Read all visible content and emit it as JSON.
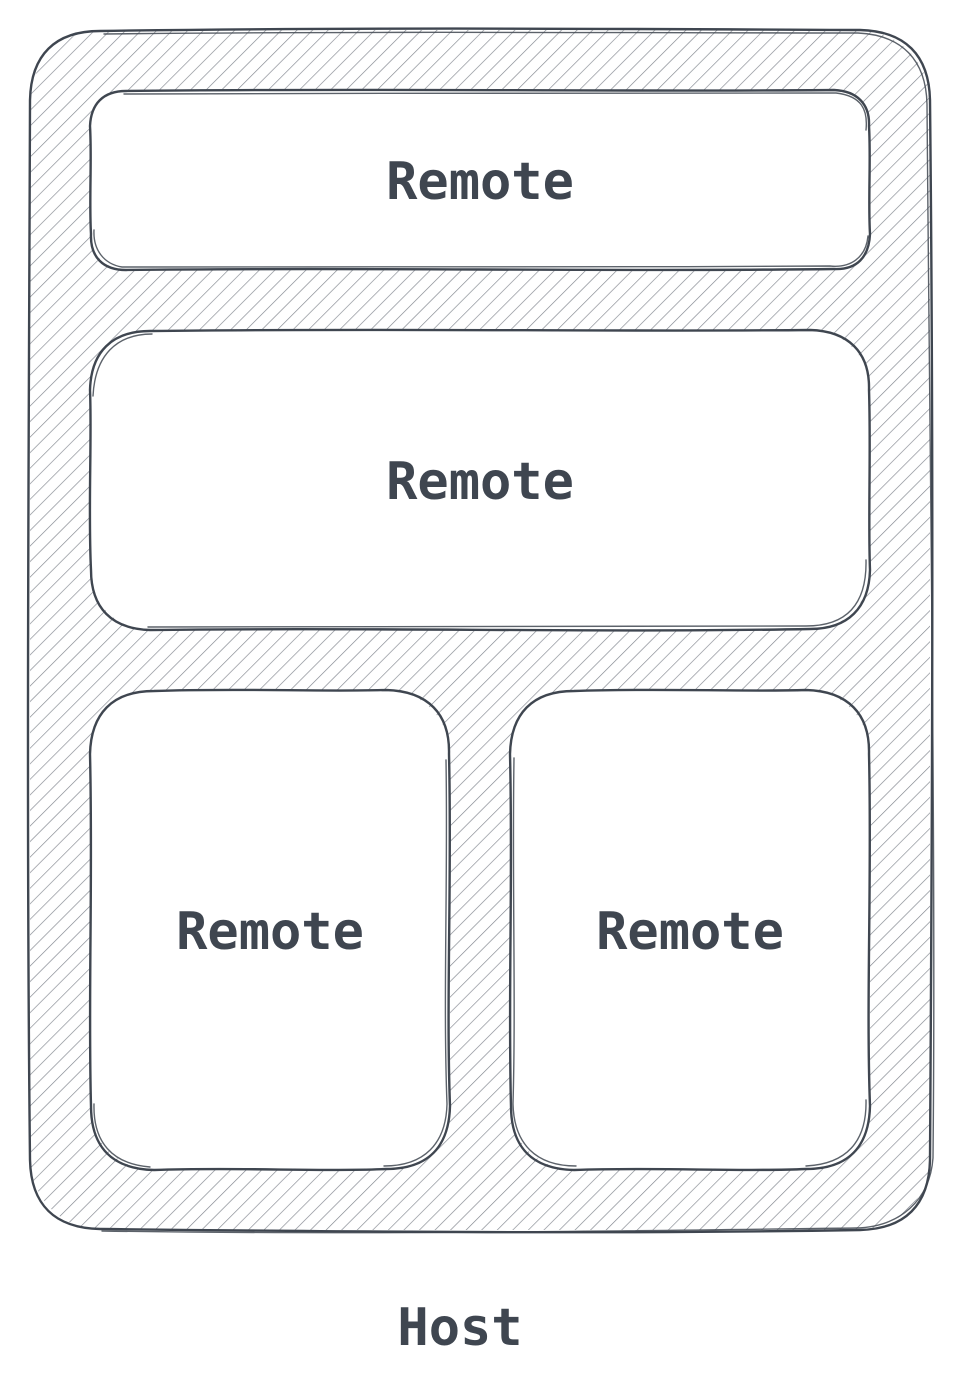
{
  "diagram": {
    "host": {
      "label": "Host"
    },
    "remotes": [
      {
        "label": "Remote"
      },
      {
        "label": "Remote"
      },
      {
        "label": "Remote"
      },
      {
        "label": "Remote"
      }
    ]
  },
  "colors": {
    "stroke": "#3f4650",
    "hatch": "#6b717a",
    "fill": "#ffffff",
    "background": "#ffffff"
  }
}
